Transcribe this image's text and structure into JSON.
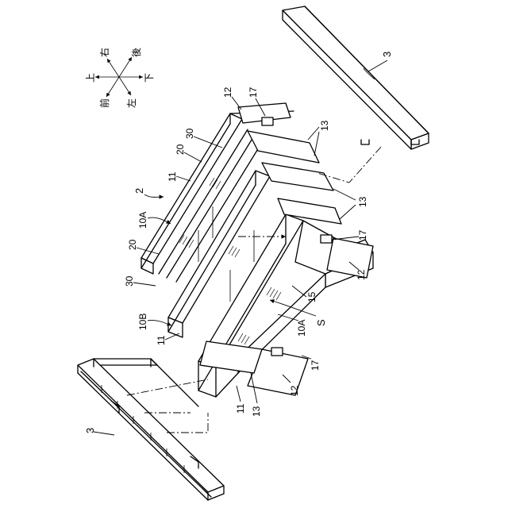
{
  "labels": {
    "figure": "2",
    "panel": "3",
    "unit_10a": "10A",
    "unit_10b": "10B",
    "wall": "11",
    "end_plate": "12",
    "divider": "13",
    "partition_15": "15",
    "tab": "17",
    "rail_20": "20",
    "rail_30": "30",
    "space": "S"
  },
  "orientation": {
    "up": "上",
    "down": "下",
    "front": "前",
    "back": "後",
    "left": "左",
    "right": "右"
  },
  "colors": {
    "line": "#000000",
    "background": "#ffffff"
  }
}
